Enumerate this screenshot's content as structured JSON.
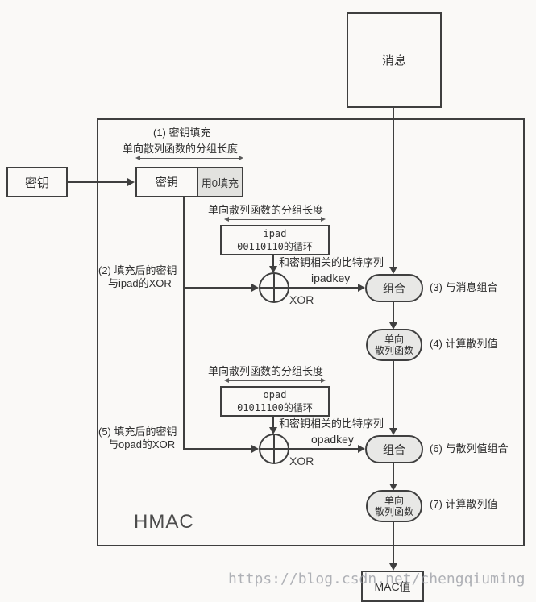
{
  "diagram": {
    "title": "HMAC",
    "watermark": "https://blog.csdn.net/chengqiuming",
    "nodes": {
      "message": "消息",
      "key": "密钥",
      "padded_key": "密钥",
      "zero_pad": "用0填充",
      "ipad_line1": "ipad",
      "ipad_line2": "00110110的循环",
      "opad_line1": "opad",
      "opad_line2": "01011100的循环",
      "combine1": "组合",
      "combine2": "组合",
      "hash1_line1": "单向",
      "hash1_line2": "散列函数",
      "hash2_line1": "单向",
      "hash2_line2": "散列函数",
      "mac": "MAC值"
    },
    "labels": {
      "step1": "(1) 密钥填充",
      "block_len1": "单向散列函数的分组长度",
      "block_len2": "单向散列函数的分组长度",
      "block_len3": "单向散列函数的分组长度",
      "step2_line1": "(2) 填充后的密钥",
      "step2_line2": "与ipad的XOR",
      "bitseq1": "和密钥相关的比特序列",
      "ipadkey": "ipadkey",
      "xor1": "XOR",
      "step3": "(3) 与消息组合",
      "step4": "(4) 计算散列值",
      "step5_line1": "(5) 填充后的密钥",
      "step5_line2": "与opad的XOR",
      "bitseq2": "和密钥相关的比特序列",
      "opadkey": "opadkey",
      "xor2": "XOR",
      "step6": "(6) 与散列值组合",
      "step7": "(7) 计算散列值"
    }
  }
}
